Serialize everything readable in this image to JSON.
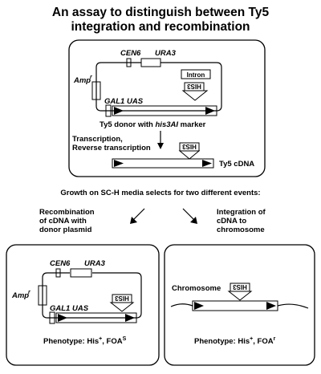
{
  "title": {
    "line1": "An assay to distinguish between Ty5",
    "line2": "integration and recombination"
  },
  "donor_panel": {
    "cen6": "CEN6",
    "ura3": "URA3",
    "amp": "Amp",
    "amp_sup": "r",
    "intron": "Intron",
    "his3": "HIS3",
    "gal1_uas": "GAL1 UAS",
    "caption_prefix": "Ty5 donor with ",
    "caption_marker": "his3AI",
    "caption_suffix": " marker",
    "step_line1": "Transcription,",
    "step_line2": "Reverse transcription",
    "cdna_his3": "HIS3",
    "cdna_label": "Ty5 cDNA"
  },
  "selection_text": "Growth on SC-H media selects for two different events:",
  "left_event": {
    "line1": "Recombination",
    "line2": "of cDNA with",
    "line3": "donor plasmid"
  },
  "right_event": {
    "line1": "Integration of",
    "line2": "cDNA to",
    "line3": "chromosome"
  },
  "recombination_panel": {
    "cen6": "CEN6",
    "ura3": "URA3",
    "amp": "Amp",
    "amp_sup": "r",
    "his3": "HIS3",
    "gal1_uas": "GAL1 UAS",
    "phenotype_prefix": "Phenotype:  His",
    "his_sup": "+",
    "phenotype_mid": ", FOA",
    "foa_sup": "S"
  },
  "integration_panel": {
    "chromosome": "Chromosome",
    "his3": "HIS3",
    "phenotype_prefix": "Phenotype:  His",
    "his_sup": "+",
    "phenotype_mid": ", FOA",
    "foa_sup": "r"
  }
}
